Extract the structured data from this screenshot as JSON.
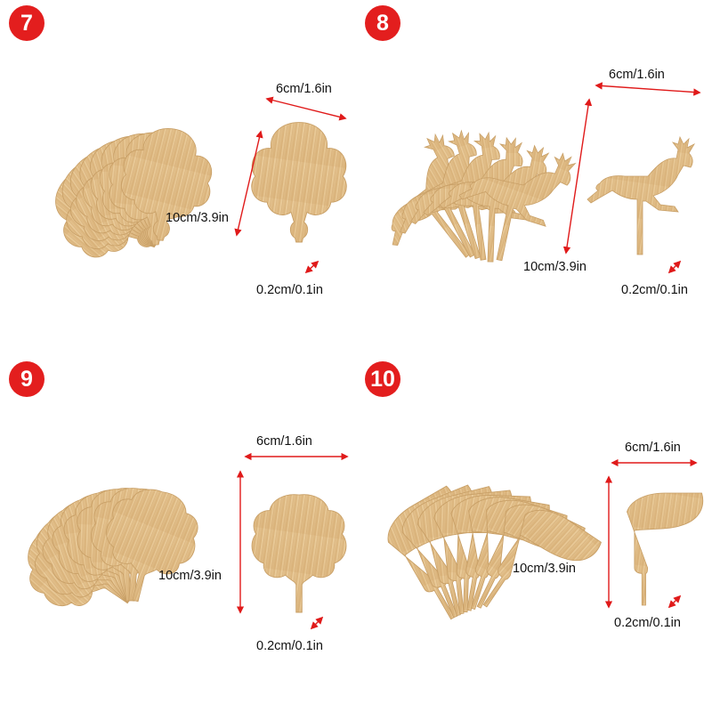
{
  "colors": {
    "badge_red": "#e31e1e",
    "arrow_red": "#e01a1a",
    "bamboo_light": "#e9c99a",
    "bamboo_mid": "#d8b27c",
    "bamboo_edge": "#c89f66"
  },
  "panels": [
    {
      "number": "7",
      "shape": "cloud",
      "width_label": "6cm/1.6in",
      "height_label": "10cm/3.9in",
      "thickness_label": "0.2cm/0.1in"
    },
    {
      "number": "8",
      "shape": "reindeer",
      "width_label": "6cm/1.6in",
      "height_label": "10cm/3.9in",
      "thickness_label": "0.2cm/0.1in"
    },
    {
      "number": "9",
      "shape": "tree",
      "width_label": "6cm/1.6in",
      "height_label": "10cm/3.9in",
      "thickness_label": "0.2cm/0.1in"
    },
    {
      "number": "10",
      "shape": "leaf",
      "width_label": "6cm/1.6in",
      "height_label": "10cm/3.9in",
      "thickness_label": "0.2cm/0.1in"
    }
  ]
}
